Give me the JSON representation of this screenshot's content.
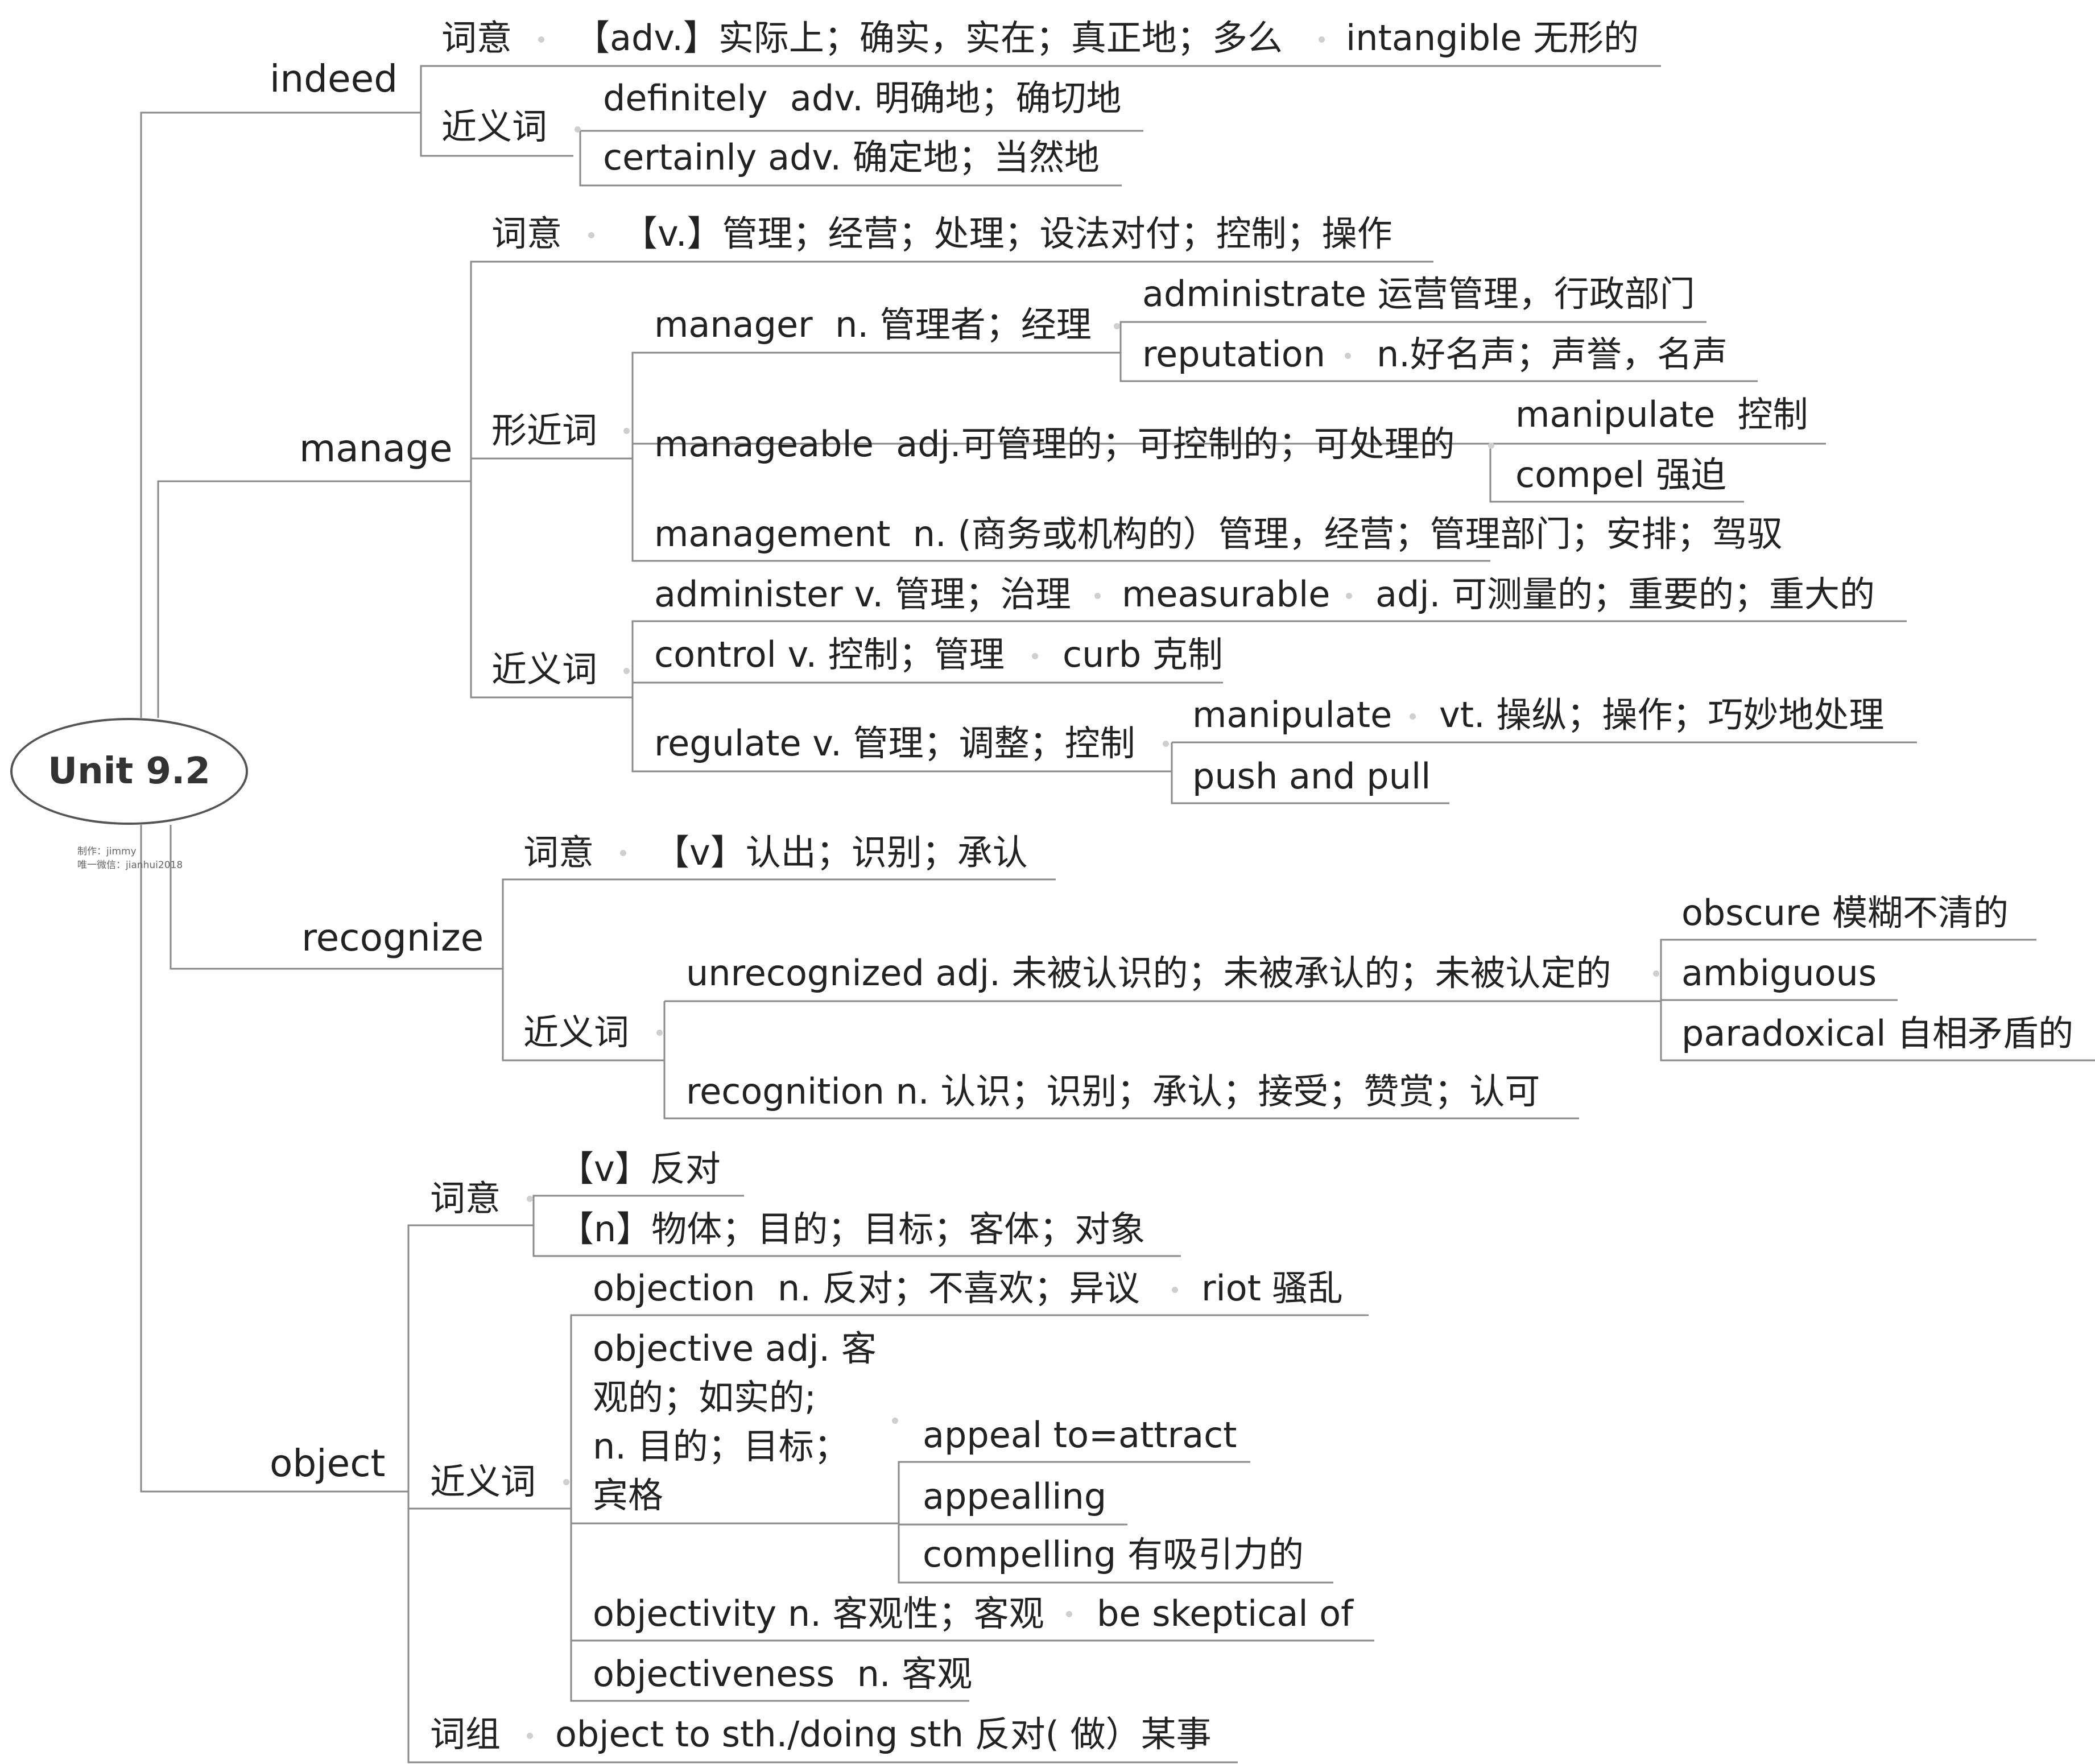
{
  "root": {
    "title": "Unit 9.2",
    "credit_author": "制作：jimmy",
    "credit_contact": "唯一微信：jianhui2018"
  },
  "indeed": {
    "label": "indeed",
    "meaning_label": "词意",
    "meaning": "【adv.】实际上；确实，实在；真正地；多么",
    "meaning_extra": "intangible 无形的",
    "syn_label": "近义词",
    "syn1": "definitely  adv. 明确地；确切地",
    "syn2": "certainly adv. 确定地；当然地"
  },
  "manage": {
    "label": "manage",
    "meaning_label": "词意",
    "meaning": "【v.】管理；经营；处理；设法对付；控制；操作",
    "similar_label": "形近词",
    "manager": "manager  n. 管理者；经理",
    "manager_sub1": "administrate 运营管理，行政部门",
    "manager_sub2": "reputation",
    "manager_sub2_extra": "n.好名声；声誉，名声",
    "manageable": "manageable  adj.可管理的；可控制的；可处理的",
    "manageable_sub1": "manipulate  控制",
    "manageable_sub2": "compel 强迫",
    "management": "management  n. (商务或机构的）管理，经营；管理部门；安排；驾驭",
    "syn_label": "近义词",
    "administer": "administer v. 管理；治理",
    "administer_extra1": "measurable",
    "administer_extra2": "adj. 可测量的；重要的；重大的",
    "control": "control v. 控制；管理",
    "control_extra": "curb 克制",
    "regulate": "regulate v. 管理；调整；控制",
    "regulate_sub1": "manipulate",
    "regulate_sub1_extra": "vt. 操纵；操作；巧妙地处理",
    "regulate_sub2": "push and pull"
  },
  "recognize": {
    "label": "recognize",
    "meaning_label": "词意",
    "meaning": "【v】认出；识别；承认",
    "syn_label": "近义词",
    "unrecognized": "unrecognized adj. 未被认识的；未被承认的；未被认定的",
    "unrec_sub1": "obscure 模糊不清的",
    "unrec_sub2": "ambiguous",
    "unrec_sub3": "paradoxical 自相矛盾的",
    "recognition": "recognition n. 认识；识别；承认；接受；赞赏；认可"
  },
  "object": {
    "label": "object",
    "meaning_label": "词意",
    "meaning_v": "【v】反对",
    "meaning_n": "【n】物体；目的；目标；客体；对象",
    "syn_label": "近义词",
    "objection": "objection  n. 反对；不喜欢；异议",
    "objection_extra": "riot 骚乱",
    "objective": "objective adj. 客\n观的；如实的;\nn. 目的；目标；\n宾格",
    "objective_sub1": "appeal to=attract",
    "objective_sub2": "appealling",
    "objective_sub3": "compelling 有吸引力的",
    "objectivity": "objectivity n. 客观性；客观",
    "objectivity_extra": "be skeptical of",
    "objectiveness": "objectiveness  n. 客观",
    "phrase_label": "词组",
    "phrase": "object to sth./doing sth 反对( 做）某事"
  },
  "colors": {
    "line": "#8a8a8a",
    "text": "#222222",
    "dot": "#cfcfcf"
  }
}
